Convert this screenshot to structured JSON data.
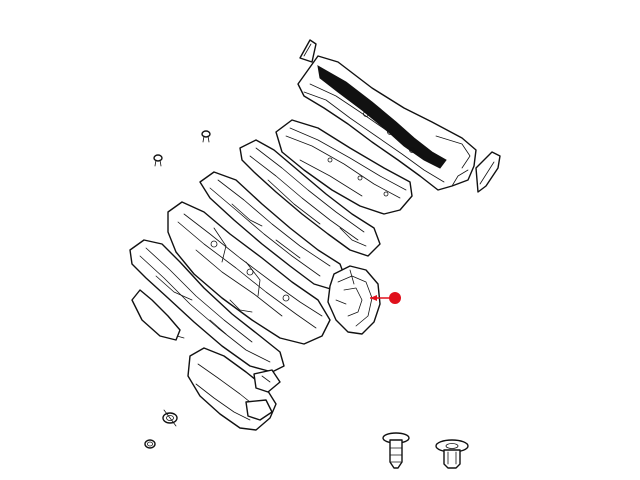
{
  "diagram": {
    "parts": [
      {
        "name": "cowl-top-panel"
      },
      {
        "name": "cowl-inner-panel"
      },
      {
        "name": "cowl-reinforcement-upper"
      },
      {
        "name": "cowl-reinforcement-lower"
      },
      {
        "name": "dash-panel"
      },
      {
        "name": "dash-silencer"
      },
      {
        "name": "lower-silencer"
      },
      {
        "name": "side-bracket"
      },
      {
        "name": "push-pin-clip"
      },
      {
        "name": "push-nut-clip"
      }
    ],
    "callout": {
      "color": "#e0101c",
      "target": "side-bracket"
    }
  }
}
